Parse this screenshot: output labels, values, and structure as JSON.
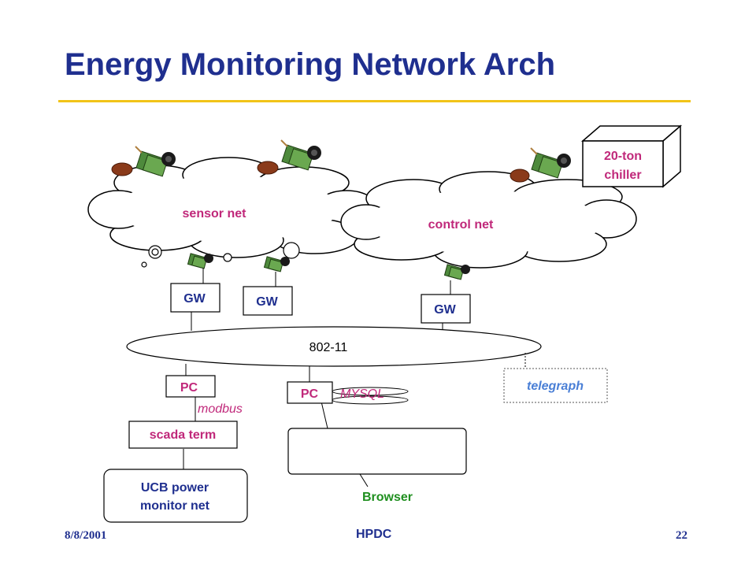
{
  "title": "Energy Monitoring Network Arch",
  "footer": {
    "date": "8/8/2001",
    "center": "HPDC",
    "page": "22"
  },
  "clouds": {
    "sensor": "sensor net",
    "control": "control net"
  },
  "chiller": {
    "line1": "20-ton",
    "line2": "chiller"
  },
  "gateways": {
    "gw1": "GW",
    "gw2": "GW",
    "gw3": "GW"
  },
  "network": {
    "label": "802-11"
  },
  "pcs": {
    "pc1": "PC",
    "pc2": "PC"
  },
  "labels": {
    "modbus": "modbus",
    "mysql": "MYSQL",
    "telegraph": "telegraph",
    "scada": "scada term",
    "ucb_line1": "UCB power",
    "ucb_line2": "monitor net",
    "browser": "Browser"
  },
  "colors": {
    "title": "#1f2f8f",
    "rule": "#f2c418",
    "cloud_label": "#c0287a",
    "gw_label": "#1f2f8f",
    "pc_label": "#c0287a",
    "scada_label": "#c0287a",
    "ucb_label": "#1f2f8f",
    "modbus_label": "#c0287a",
    "mysql_label": "#c0287a",
    "telegraph_label": "#4a7fd6",
    "browser_label": "#1f8f1f"
  }
}
